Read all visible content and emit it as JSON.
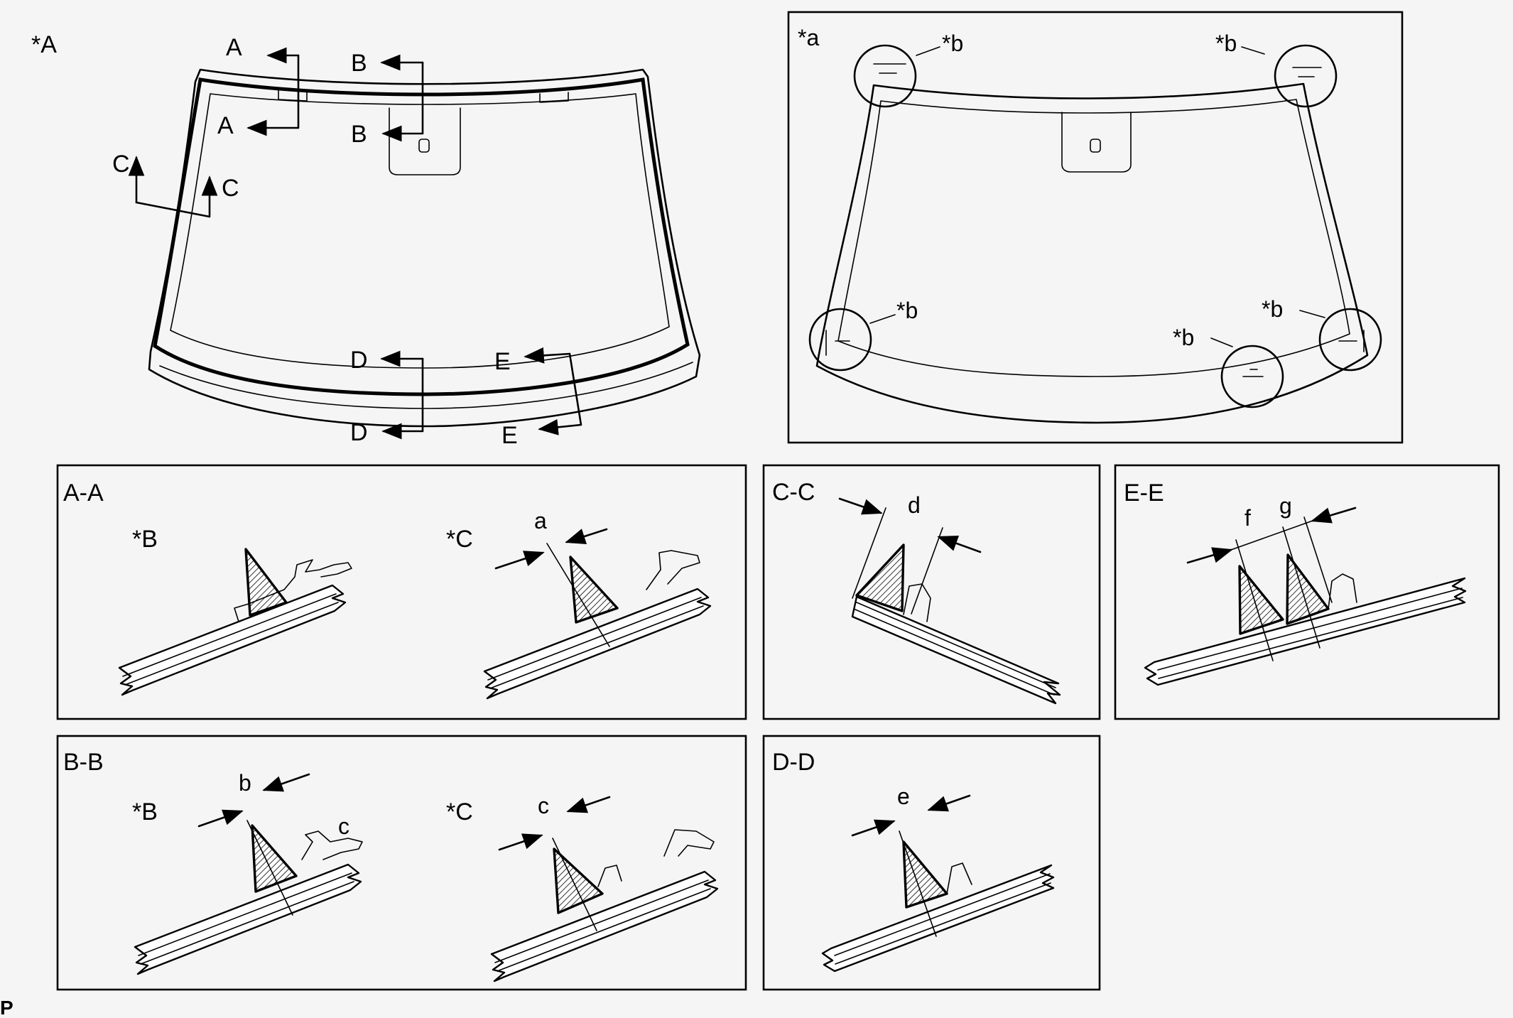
{
  "figure": {
    "main_label": "*A",
    "inset_label": "*a",
    "callout_label": "*b",
    "footer_code": "P"
  },
  "section_markers": {
    "a": "A",
    "b": "B",
    "c": "C",
    "d": "D",
    "e": "E"
  },
  "sections": {
    "aa": {
      "title": "A-A",
      "left_variant": "*B",
      "right_variant": "*C",
      "dim": "a"
    },
    "bb": {
      "title": "B-B",
      "left_variant": "*B",
      "right_variant": "*C",
      "dim_left": "b",
      "dim_right": "c",
      "note": "c"
    },
    "cc": {
      "title": "C-C",
      "dim": "d"
    },
    "dd": {
      "title": "D-D",
      "dim": "e"
    },
    "ee": {
      "title": "E-E",
      "dim_1": "f",
      "dim_2": "g"
    }
  }
}
